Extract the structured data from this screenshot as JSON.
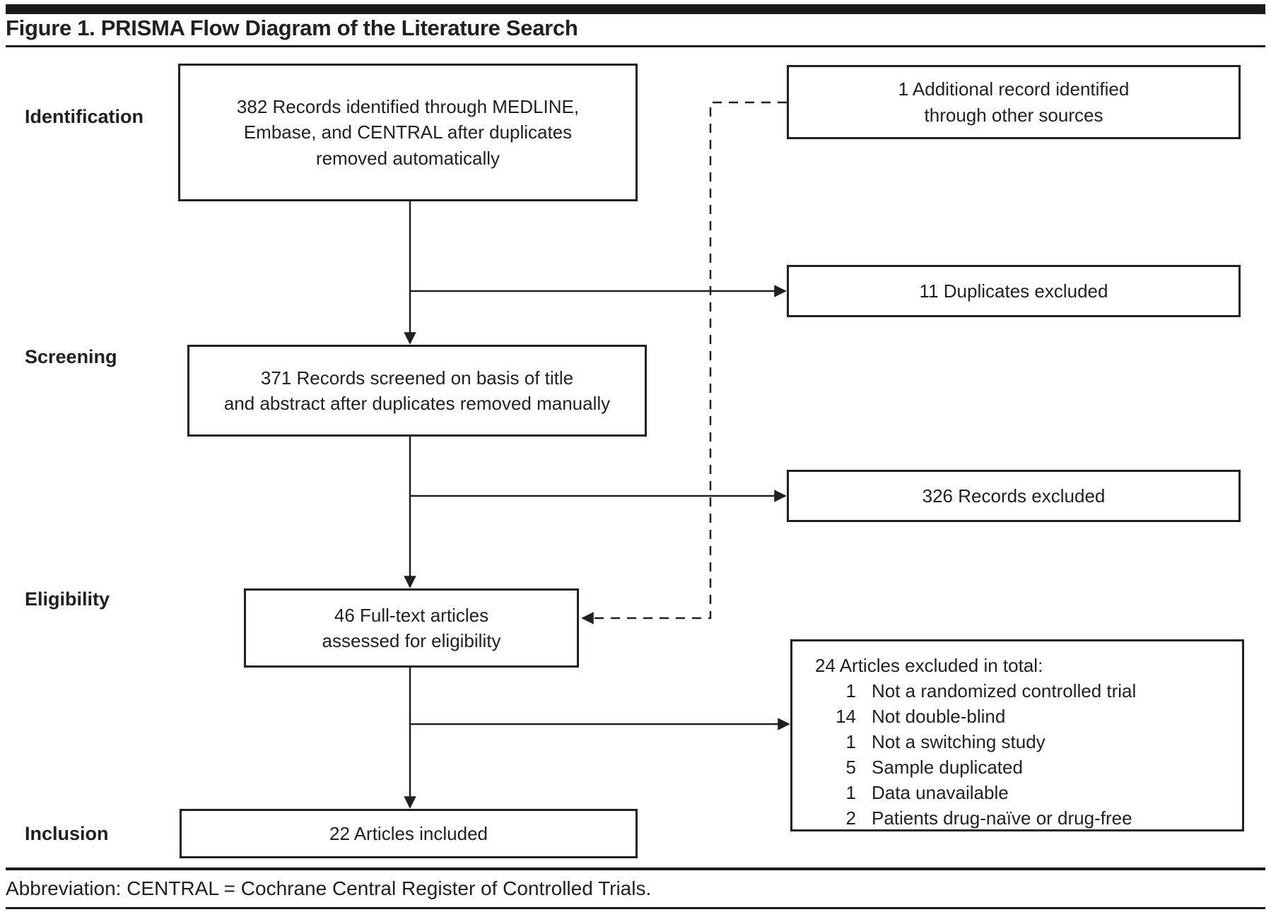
{
  "title": "Figure 1. PRISMA Flow Diagram of the Literature Search",
  "colors": {
    "ink": "#231f20",
    "background": "#ffffff"
  },
  "stages": [
    {
      "label": "Identification"
    },
    {
      "label": "Screening"
    },
    {
      "label": "Eligibility"
    },
    {
      "label": "Inclusion"
    }
  ],
  "boxes": {
    "identified": "382 Records identified through MEDLINE,\nEmbase, and CENTRAL after duplicates\nremoved automatically",
    "additional": "1 Additional record identified\nthrough other sources",
    "duplicates_excluded": "11 Duplicates excluded",
    "screened": "371 Records screened on basis of title\nand abstract after duplicates removed manually",
    "records_excluded": "326 Records excluded",
    "fulltext": "46 Full-text articles\nassessed for eligibility",
    "articles_excluded": {
      "header": "24 Articles excluded in total:",
      "items": [
        {
          "count": "1",
          "reason": "Not a randomized controlled trial"
        },
        {
          "count": "14",
          "reason": "Not double-blind"
        },
        {
          "count": "1",
          "reason": "Not a switching study"
        },
        {
          "count": "5",
          "reason": "Sample duplicated"
        },
        {
          "count": "1",
          "reason": "Data unavailable"
        },
        {
          "count": "2",
          "reason": "Patients drug-naïve or drug-free"
        }
      ]
    },
    "included": "22 Articles included"
  },
  "footer": "Abbreviation: CENTRAL = Cochrane Central Register of Controlled Trials."
}
